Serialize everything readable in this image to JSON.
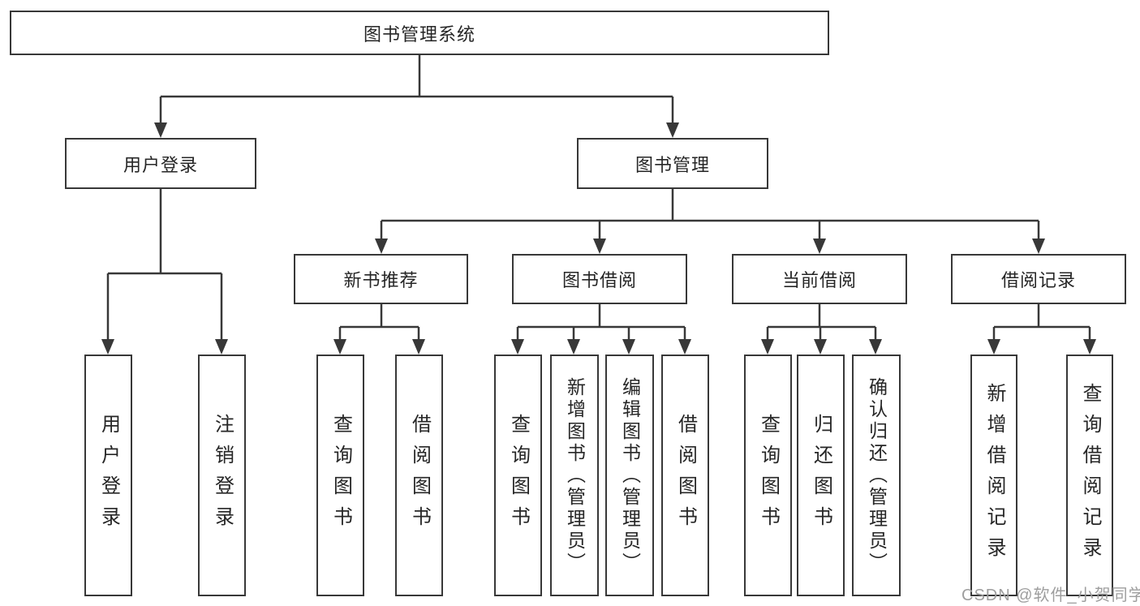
{
  "tree": {
    "root": {
      "label": "图书管理系统"
    },
    "children": [
      {
        "label": "用户登录",
        "children": [
          {
            "label": "用户登录"
          },
          {
            "label": "注销登录"
          }
        ]
      },
      {
        "label": "图书管理",
        "children": [
          {
            "label": "新书推荐",
            "children": [
              {
                "label": "查询图书"
              },
              {
                "label": "借阅图书"
              }
            ]
          },
          {
            "label": "图书借阅",
            "children": [
              {
                "label": "查询图书"
              },
              {
                "label": "新增图书（管理员）"
              },
              {
                "label": "编辑图书（管理员）"
              },
              {
                "label": "借阅图书"
              }
            ]
          },
          {
            "label": "当前借阅",
            "children": [
              {
                "label": "查询图书"
              },
              {
                "label": "归还图书"
              },
              {
                "label": "确认归还（管理员）"
              }
            ]
          },
          {
            "label": "借阅记录",
            "children": [
              {
                "label": "新增借阅记录"
              },
              {
                "label": "查询借阅记录"
              }
            ]
          }
        ]
      }
    ]
  },
  "watermark": {
    "text": "CSDN @软件_小贺同学",
    "color": "#9e9e9e"
  },
  "colors": {
    "line": "#383838",
    "box_border": "#383838",
    "background": "#ffffff",
    "text": "#262626"
  }
}
